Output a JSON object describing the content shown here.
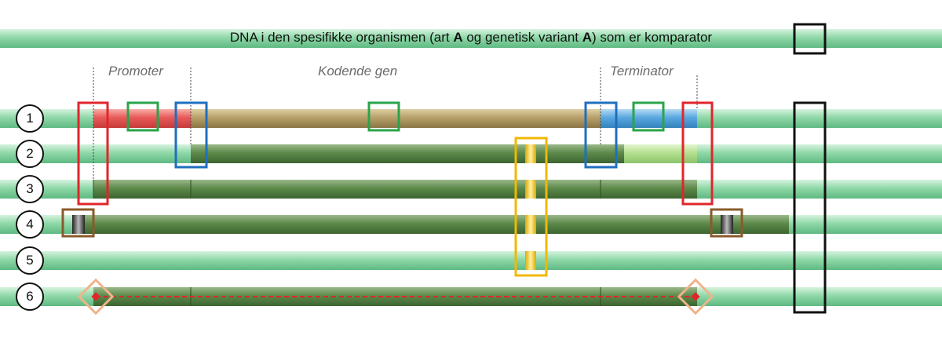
{
  "title": {
    "part1": "DNA i den spesifikke organismen (art ",
    "bold1": "A",
    "part2": " og genetisk variant ",
    "bold2": "A",
    "part3": ") som er komparator"
  },
  "region_labels": {
    "promoter": "Promoter",
    "coding_gene": "Kodende gen",
    "terminator": "Terminator"
  },
  "rows": [
    "1",
    "2",
    "3",
    "4",
    "5",
    "6"
  ],
  "colors": {
    "dna_green": "#8fd8a8",
    "box_red": "#e0262b",
    "box_green": "#2aa44a",
    "box_blue": "#1f6fbf",
    "box_yellow": "#f2b705",
    "box_brown": "#8a5a2b",
    "box_salmon": "#f0b38a",
    "box_black": "#111111",
    "promoter_red": "#e85a5a",
    "gene_tan": "#b7a06a",
    "terminator_blue": "#5aa8e0",
    "insert_green": "#4f7a3e"
  }
}
